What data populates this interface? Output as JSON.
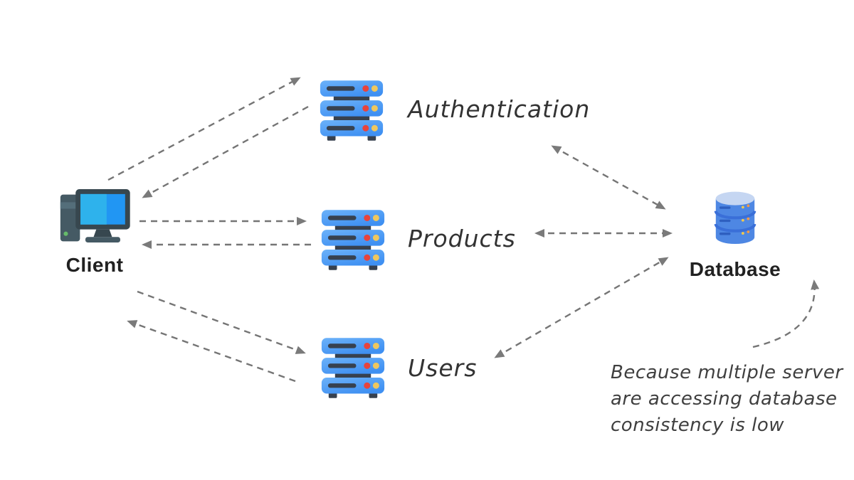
{
  "nodes": {
    "client": {
      "label": "Client",
      "icon": "desktop-computer-icon"
    },
    "authentication": {
      "label": "Authentication",
      "icon": "server-rack-icon"
    },
    "products": {
      "label": "Products",
      "icon": "server-rack-icon"
    },
    "users": {
      "label": "Users",
      "icon": "server-rack-icon"
    },
    "database": {
      "label": "Database",
      "icon": "database-cylinder-icon"
    }
  },
  "edges": [
    {
      "from": "Client",
      "to": "Authentication",
      "style": "dashed",
      "arrows": "pair of opposite one-way arrows"
    },
    {
      "from": "Client",
      "to": "Products",
      "style": "dashed",
      "arrows": "pair of opposite one-way arrows"
    },
    {
      "from": "Client",
      "to": "Users",
      "style": "dashed",
      "arrows": "pair of opposite one-way arrows"
    },
    {
      "from": "Authentication",
      "to": "Database",
      "style": "dashed",
      "arrows": "double-headed"
    },
    {
      "from": "Products",
      "to": "Database",
      "style": "dashed",
      "arrows": "double-headed"
    },
    {
      "from": "Users",
      "to": "Database",
      "style": "dashed",
      "arrows": "double-headed"
    },
    {
      "from": "annotation-note",
      "to": "Database label",
      "style": "dashed curved",
      "arrows": "single-headed"
    }
  ],
  "annotation": {
    "lines": [
      "Because multiple server",
      "are accessing database",
      "consistency is low"
    ]
  },
  "colors": {
    "background": "#ffffff",
    "arrow": "#757575",
    "node_label": "#212121",
    "handwriting": "#3a3a3a",
    "server_blue": "#4D9CF5",
    "server_dark_slate": "#37414F",
    "server_dot_red": "#E8433C",
    "server_dot_yellow": "#EFC75E",
    "database_body": "#4E87E3",
    "database_top": "#C5D6F2",
    "database_stripe": "#3A6FD8",
    "database_dot_yellow": "#F2C94C",
    "database_dot_orange": "#F2994A",
    "monitor_frame": "#37474F",
    "monitor_screen_left": "#2EB2EC",
    "monitor_screen_right": "#2196F3",
    "tower_body": "#455A64",
    "power_led_green": "#66BB6A"
  }
}
